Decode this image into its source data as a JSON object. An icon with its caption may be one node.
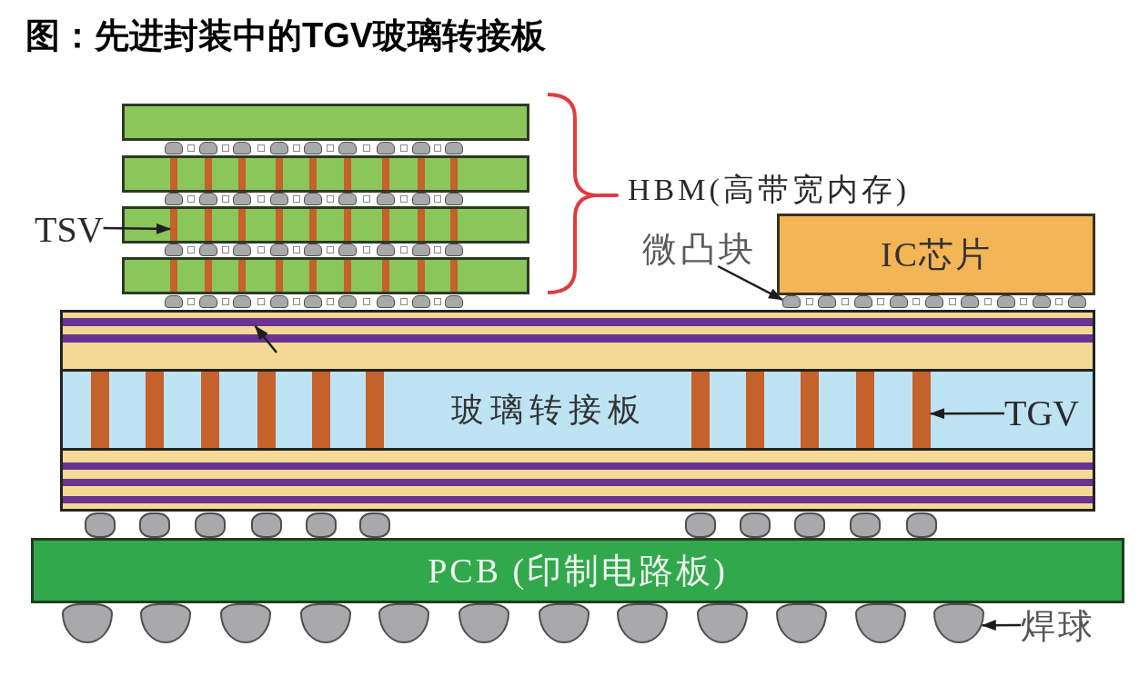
{
  "diagram": {
    "title": "图：先进封装中的TGV玻璃转接板",
    "nodes": [
      {
        "text": [],
        "shape": "box"
      },
      {
        "text": [],
        "shape": "circle"
      },
      {
        "text": [],
        "shape": "circle"
      },
      {
        "text": [],
        "shape": "circle"
      },
      {
        "text": [],
        "shape": "circle"
      },
      {
        "text": [],
        "shape": "circle"
      },
      {
        "text": [],
        "shape": "circle"
      },
      {
        "text": [],
        "shape": "circle"
      },
      {
        "text": [],
        "shape": "circle"
      },
      {
        "text": [],
        "shape": "circle"
      },
      {
        "text": [],
        "shape": "box"
      },
      {
        "text": [],
        "shape": "circle"
      },
      {
        "text": [],
        "shape": "circle"
      },
      {
        "text": [],
        "shape": "circle"
      },
      {
        "text": [],
        "shape": "circle"
      },
      {
        "text": [],
        "shape": "circle"
      },
      {
        "text": [],
        "shape": "circle"
      },
      {
        "text": [],
        "shape": "circle"
      },
      {
        "text": [],
        "shape": "circle"
      },
      {
        "text": [],
        "shape": "circle"
      },
      {
        "text": [
          "TSV"
        ]
      },
      {
        "text": [],
        "shape": "box"
      },
      {
        "text": [],
        "shape": "bar",
        "in": 21
      },
      {
        "text": [],
        "shape": "circle"
      },
      {
        "text": [],
        "shape": "circle"
      },
      {
        "text": [],
        "shape": "circle"
      },
      {
        "text": [],
        "shape": "circle"
      },
      {
        "text": [],
        "shape": "circle"
      },
      {
        "text": [],
        "shape": "circle"
      },
      {
        "text": [],
        "shape": "circle"
      },
      {
        "text": [],
        "shape": "circle"
      },
      {
        "text": [],
        "shape": "circle"
      },
      {
        "text": [],
        "shape": "box"
      },
      {
        "text": [],
        "shape": "circle"
      },
      {
        "text": [],
        "shape": "circle"
      },
      {
        "text": [],
        "shape": "circle"
      },
      {
        "text": [],
        "shape": "circle"
      },
      {
        "text": [],
        "shape": "circle"
      },
      {
        "text": [],
        "shape": "circle"
      },
      {
        "text": [],
        "shape": "circle"
      },
      {
        "text": [],
        "shape": "circle"
      },
      {
        "text": [],
        "shape": "circle"
      },
      {
        "text": [
          "微凸块"
        ]
      },
      {
        "text": [
          "IC芯片"
        ]
      },
      {
        "text": [],
        "shape": "circle"
      },
      {
        "text": [],
        "shape": "circle"
      },
      {
        "text": [],
        "shape": "circle"
      },
      {
        "text": [],
        "shape": "circle"
      },
      {
        "text": [],
        "shape": "circle"
      },
      {
        "text": [],
        "shape": "circle"
      },
      {
        "text": [],
        "shape": "circle"
      },
      {
        "text": [],
        "shape": "circle"
      },
      {
        "text": [],
        "shape": "circle"
      },
      {
        "text": [],
        "shape": "bar"
      },
      {
        "text": [
          "玻璃转接板"
        ]
      },
      {
        "text": [],
        "shape": "bar",
        "in": 54
      },
      {
        "text": [],
        "shape": "bar",
        "in": 54
      },
      {
        "text": [],
        "shape": "bar",
        "in": 54
      },
      {
        "text": [],
        "shape": "bar",
        "in": 54
      },
      {
        "text": [],
        "shape": "bar",
        "in": 54
      },
      {
        "text": [],
        "shape": "bar",
        "in": 54
      },
      {
        "text": [],
        "shape": "bar",
        "in": 54
      },
      {
        "text": [],
        "shape": "bar",
        "in": 54
      },
      {
        "text": [],
        "shape": "bar",
        "in": 54
      },
      {
        "text": [],
        "shape": "bar",
        "in": 54
      },
      {
        "text": [],
        "shape": "bar",
        "in": 54
      },
      {
        "text": [
          "TGV"
        ],
        "in": 54
      },
      {
        "text": [
          "PCB (印制电路板)"
        ]
      },
      {
        "text": [],
        "shape": "circle"
      },
      {
        "text": [],
        "shape": "circle"
      },
      {
        "text": [],
        "shape": "circle"
      },
      {
        "text": [],
        "shape": "circle"
      },
      {
        "text": [],
        "shape": "circle"
      },
      {
        "text": [],
        "shape": "circle"
      },
      {
        "text": [],
        "shape": "circle"
      },
      {
        "text": [],
        "shape": "circle"
      },
      {
        "text": [],
        "shape": "circle"
      },
      {
        "text": [],
        "shape": "circle"
      },
      {
        "text": [],
        "shape": "circle"
      },
      {
        "text": [],
        "shape": "circle"
      },
      {
        "text": [
          "焊球"
        ]
      }
    ],
    "edges": [
      {
        "from": 20,
        "to": 22,
        "arrow": "to"
      },
      {
        "from": 42,
        "to": 44,
        "arrow": "to"
      },
      {
        "from": null,
        "to": 53,
        "arrow": "to"
      },
      {
        "from": 66,
        "to": 65,
        "arrow": "to"
      },
      {
        "from": 80,
        "to": 79,
        "arrow": "to"
      }
    ],
    "labels": [
      "HBM(高带宽内存)"
    ]
  }
}
